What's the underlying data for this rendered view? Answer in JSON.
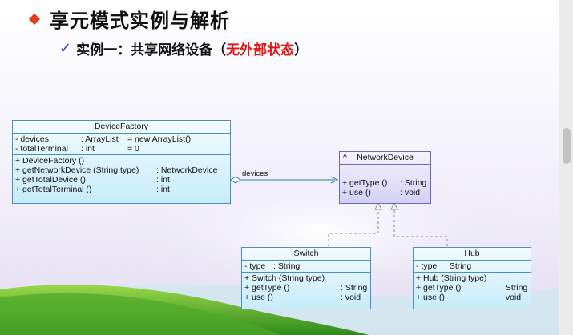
{
  "slide": {
    "title": "享元模式实例与解析",
    "subtitle_main": "实例一：共享网络设备（",
    "subtitle_red": "无外部状态",
    "subtitle_end": "）",
    "bullet_icon": "diamond-bullet-icon",
    "check_icon": "check-mark-icon",
    "accent_color": "#e43c1b"
  },
  "diagram": {
    "association_label": "devices",
    "device_factory": {
      "name": "DeviceFactory",
      "attributes": [
        {
          "name": "- devices",
          "type": ": ArrayList",
          "init": "= new ArrayList()"
        },
        {
          "name": "- totalTerminal",
          "type": ": int",
          "init": "= 0"
        }
      ],
      "operations": [
        {
          "name": "+ DeviceFactory ()",
          "type": ""
        },
        {
          "name": "+ getNetworkDevice (String type)",
          "type": ": NetworkDevice"
        },
        {
          "name": "+ getTotalDevice ()",
          "type": ": int"
        },
        {
          "name": "+ getTotalTerminal ()",
          "type": ": int"
        }
      ]
    },
    "network_device": {
      "stereotype": "^",
      "name": "NetworkDevice",
      "operations": [
        {
          "name": "+ getType ()",
          "type": ": String"
        },
        {
          "name": "+ use ()",
          "type": ": void"
        }
      ]
    },
    "switch": {
      "name": "Switch",
      "attributes": [
        {
          "name": "- type",
          "type": ": String"
        }
      ],
      "operations": [
        {
          "name": "+ Switch (String type)",
          "type": ""
        },
        {
          "name": "+ getType ()",
          "type": ": String"
        },
        {
          "name": "+ use ()",
          "type": ": void"
        }
      ]
    },
    "hub": {
      "name": "Hub",
      "attributes": [
        {
          "name": "- type",
          "type": ": String"
        }
      ],
      "operations": [
        {
          "name": "+ Hub (String type)",
          "type": ""
        },
        {
          "name": "+ getType ()",
          "type": ": String"
        },
        {
          "name": "+ use ()",
          "type": ": void"
        }
      ]
    }
  }
}
